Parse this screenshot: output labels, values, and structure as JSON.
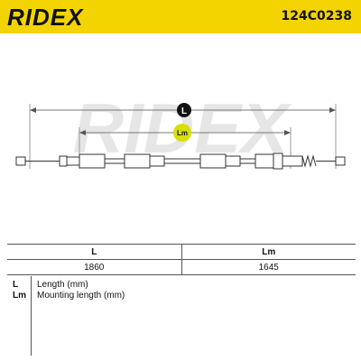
{
  "header": {
    "brand": "RIDEX",
    "part_number": "124C0238",
    "accent_color": "#f3d300"
  },
  "drawing": {
    "label_L": "L",
    "label_Lm": "Lm",
    "watermark": "RIDEX"
  },
  "table": {
    "columns": [
      "L",
      "Lm"
    ],
    "values": [
      "1860",
      "1645"
    ]
  },
  "legend": {
    "items": [
      {
        "key": "L",
        "description": "Length (mm)"
      },
      {
        "key": "Lm",
        "description": "Mounting length (mm)"
      }
    ]
  }
}
